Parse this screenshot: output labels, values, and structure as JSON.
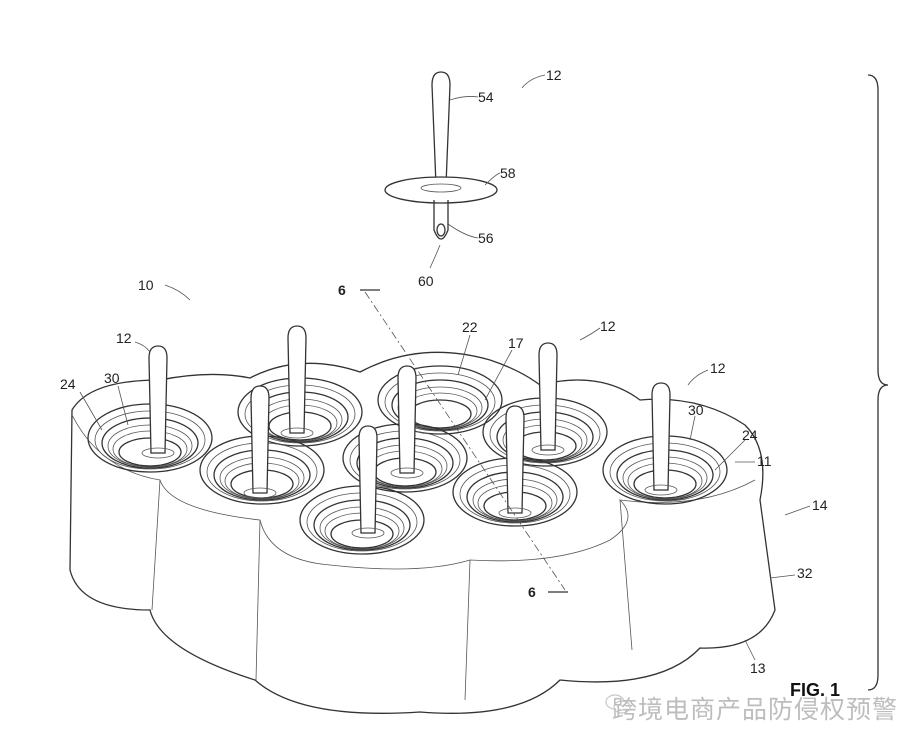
{
  "figure": {
    "title": "FIG. 1",
    "labels": {
      "tray": "10",
      "stick_top": "12",
      "stick_left": "12",
      "stick_mid": "12",
      "stick_right": "12",
      "handle": "54",
      "disc": "58",
      "tip": "56",
      "hole": "60",
      "section_top": "6",
      "section_bottom": "6",
      "cup_rim": "22",
      "cup_inner": "17",
      "ring_left": "24",
      "groove_left": "30",
      "groove_right": "30",
      "ring_right": "24",
      "rim_edge": "11",
      "assembly": "14",
      "wall": "32",
      "base": "13"
    }
  },
  "watermark": {
    "text": "跨境电商产品防侵权预警",
    "icon": "wechat-icon"
  }
}
